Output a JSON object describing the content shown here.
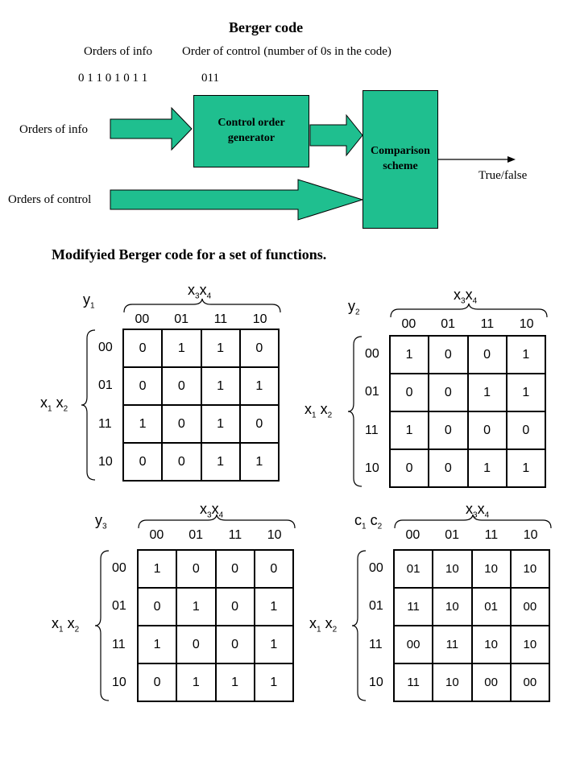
{
  "top": {
    "title": "Berger code",
    "info_header": "Orders of info",
    "control_header": "Order of control (number of 0s in the code)",
    "info_bits": "0 1 1 0 1 0 1 1",
    "control_bits": "011"
  },
  "diagram": {
    "input_info": "Orders of info",
    "input_control": "Orders of control",
    "generator": "Control order generator",
    "comparison": "Comparison scheme",
    "output": "True/false"
  },
  "section_title": "Modifyied Berger code for  a set of functions.",
  "kmaps": [
    {
      "name": "y",
      "sub": "1",
      "col_var": [
        "x",
        "3",
        "x",
        "4"
      ],
      "row_var": [
        "x",
        "1",
        " x",
        "2"
      ],
      "cols": [
        "00",
        "01",
        "11",
        "10"
      ],
      "rows": [
        "00",
        "01",
        "11",
        "10"
      ],
      "cells": [
        [
          "0",
          "1",
          "1",
          "0"
        ],
        [
          "0",
          "0",
          "1",
          "1"
        ],
        [
          "1",
          "0",
          "1",
          "0"
        ],
        [
          "0",
          "0",
          "1",
          "1"
        ]
      ]
    },
    {
      "name": "y",
      "sub": "2",
      "col_var": [
        "x",
        "3",
        "x",
        "4"
      ],
      "row_var": [
        "x",
        "1",
        " x",
        "2"
      ],
      "cols": [
        "00",
        "01",
        "11",
        "10"
      ],
      "rows": [
        "00",
        "01",
        "11",
        "10"
      ],
      "cells": [
        [
          "1",
          "0",
          "0",
          "1"
        ],
        [
          "0",
          "0",
          "1",
          "1"
        ],
        [
          "1",
          "0",
          "0",
          "0"
        ],
        [
          "0",
          "0",
          "1",
          "1"
        ]
      ]
    },
    {
      "name": "y",
      "sub": "3",
      "col_var": [
        "x",
        "3",
        "x",
        "4"
      ],
      "row_var": [
        "x",
        "1",
        " x",
        "2"
      ],
      "cols": [
        "00",
        "01",
        "11",
        "10"
      ],
      "rows": [
        "00",
        "01",
        "11",
        "10"
      ],
      "cells": [
        [
          "1",
          "0",
          "0",
          "0"
        ],
        [
          "0",
          "1",
          "0",
          "1"
        ],
        [
          "1",
          "0",
          "0",
          "1"
        ],
        [
          "0",
          "1",
          "1",
          "1"
        ]
      ]
    },
    {
      "name": "c",
      "sub": "1",
      "name2": " c",
      "sub2": "2",
      "col_var": [
        "x",
        "3",
        "x",
        "4"
      ],
      "row_var": [
        "x",
        "1",
        " x",
        "2"
      ],
      "cols": [
        "00",
        "01",
        "11",
        "10"
      ],
      "rows": [
        "00",
        "01",
        "11",
        "10"
      ],
      "cells": [
        [
          "01",
          "10",
          "10",
          "10"
        ],
        [
          "11",
          "10",
          "01",
          "00"
        ],
        [
          "00",
          "11",
          "10",
          "10"
        ],
        [
          "11",
          "10",
          "00",
          "00"
        ]
      ]
    }
  ],
  "colors": {
    "box_fill": "#1fbf8f",
    "stroke": "#000000"
  }
}
